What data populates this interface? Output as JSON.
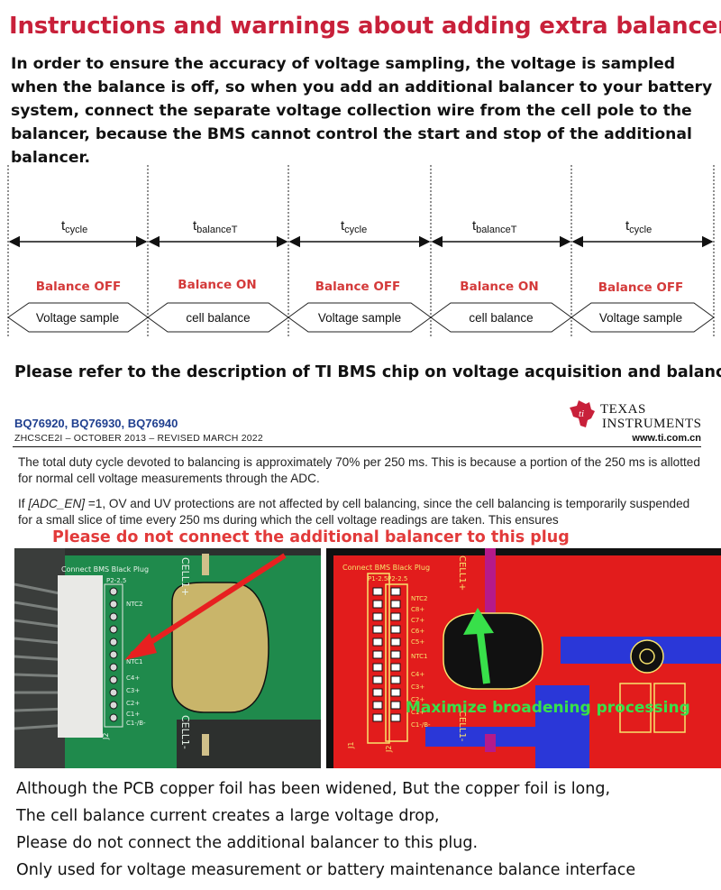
{
  "title": "Instructions and warnings about adding extra balancers",
  "intro": "In order to ensure the accuracy of voltage sampling, the voltage is sampled when the balance is off, so when you add an additional balancer to your battery system, connect the separate voltage collection wire from the cell pole to the balancer, because the BMS cannot control the start and stop of the additional balancer.",
  "timing": {
    "segments": [
      {
        "t_main": "t",
        "t_sub": "cycle",
        "state": "Balance OFF",
        "label": "Voltage sample"
      },
      {
        "t_main": "t",
        "t_sub": "balanceT",
        "state": "Balance ON",
        "label": "cell balance"
      },
      {
        "t_main": "t",
        "t_sub": "cycle",
        "state": "Balance OFF",
        "label": "Voltage sample"
      },
      {
        "t_main": "t",
        "t_sub": "balanceT",
        "state": "Balance ON",
        "label": "cell balance"
      },
      {
        "t_main": "t",
        "t_sub": "cycle",
        "state": "Balance OFF",
        "label": "Voltage sample"
      }
    ]
  },
  "refer": "Please refer to the description of TI BMS chip on voltage acquisition and balance",
  "ti": {
    "parts": "BQ76920, BQ76930, BQ76940",
    "doc": "ZHCSCE2I – OCTOBER 2013 – REVISED MARCH 2022",
    "url": "www.ti.com.cn",
    "logo_line1": "TEXAS",
    "logo_line2": "INSTRUMENTS",
    "para1": "The total duty cycle devoted to balancing is approximately 70% per 250 ms. This is because a portion of the 250 ms is allotted for normal cell voltage measurements through the ADC.",
    "para2_prefix": "If ",
    "para2_em": "[ADC_EN]",
    "para2_rest": " =1, OV and UV protections are not affected by cell balancing, since the cell balancing is temporarily suspended for a small slice of time every 250 ms during which the cell voltage readings are taken. This ensures"
  },
  "plug_warning": "Please do not connect the additional balancer to this plug",
  "pcb_left": {
    "board_label": "Connect BMS Black Plug",
    "p_label": "P2-2.5",
    "cell_top": "CELL1+",
    "cell_bottom": "CELL1-",
    "j_label": "J2",
    "pins": [
      "NTC2",
      "NTC1",
      "C4+",
      "C3+",
      "C2+",
      "C1+",
      "C1-/B-"
    ]
  },
  "pcb_right": {
    "board_label": "Connect BMS Black Plug",
    "p_label1": "P1-2.5",
    "p_label2": "P2-2.5",
    "cell_top": "CELL1+",
    "cell_bottom": "CELL1-",
    "j1": "J1",
    "j2": "J2",
    "pins": [
      "NTC2",
      "C8+",
      "C7+",
      "C6+",
      "C5+",
      "NTC1",
      "C4+",
      "C3+",
      "C2+",
      "C1+",
      "C1-/B-"
    ],
    "annotation": "Maximize broadening processing"
  },
  "bottom": {
    "line1": "Although the PCB copper foil has been widened, But the copper foil is long,",
    "line2": "The cell balance current creates a large voltage drop,",
    "line3": "Please do not connect the additional balancer to this plug.",
    "line4": "Only used for voltage measurement or battery maintenance balance interface"
  },
  "colors": {
    "title": "#c8203a",
    "state": "#d43a3a",
    "ti_blue": "#1f3f8f",
    "pcb_green": "#1f8a4c",
    "pcb_red": "#e21c1c",
    "annotation_green": "#38e04a"
  }
}
